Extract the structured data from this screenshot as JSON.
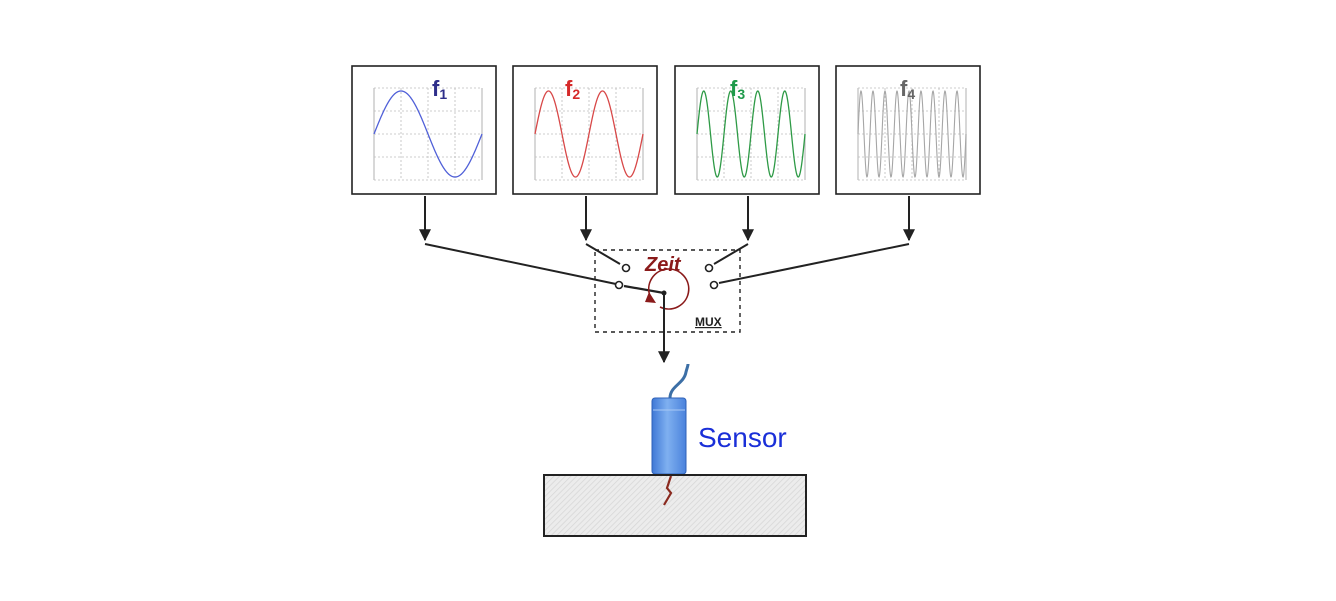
{
  "signals": [
    {
      "label": "f",
      "sub": "1",
      "color": "#2e2e8a",
      "wave_color": "#5060d8",
      "cycles": 1
    },
    {
      "label": "f",
      "sub": "2",
      "color": "#d62a2a",
      "wave_color": "#d84848",
      "cycles": 2
    },
    {
      "label": "f",
      "sub": "3",
      "color": "#1e9a4a",
      "wave_color": "#2e9a46",
      "cycles": 4
    },
    {
      "label": "f",
      "sub": "4",
      "color": "#666666",
      "wave_color": "#a6a6a6",
      "cycles": 9
    }
  ],
  "mux": {
    "time_label": "Zeit",
    "time_color": "#8a1a1a",
    "name": "MUX"
  },
  "sensor": {
    "label": "Sensor",
    "label_color": "#1a2fd8",
    "body_color": "#5a8ee0",
    "cable_color": "#3c6fa6",
    "crack_color": "#8a2a1f"
  }
}
